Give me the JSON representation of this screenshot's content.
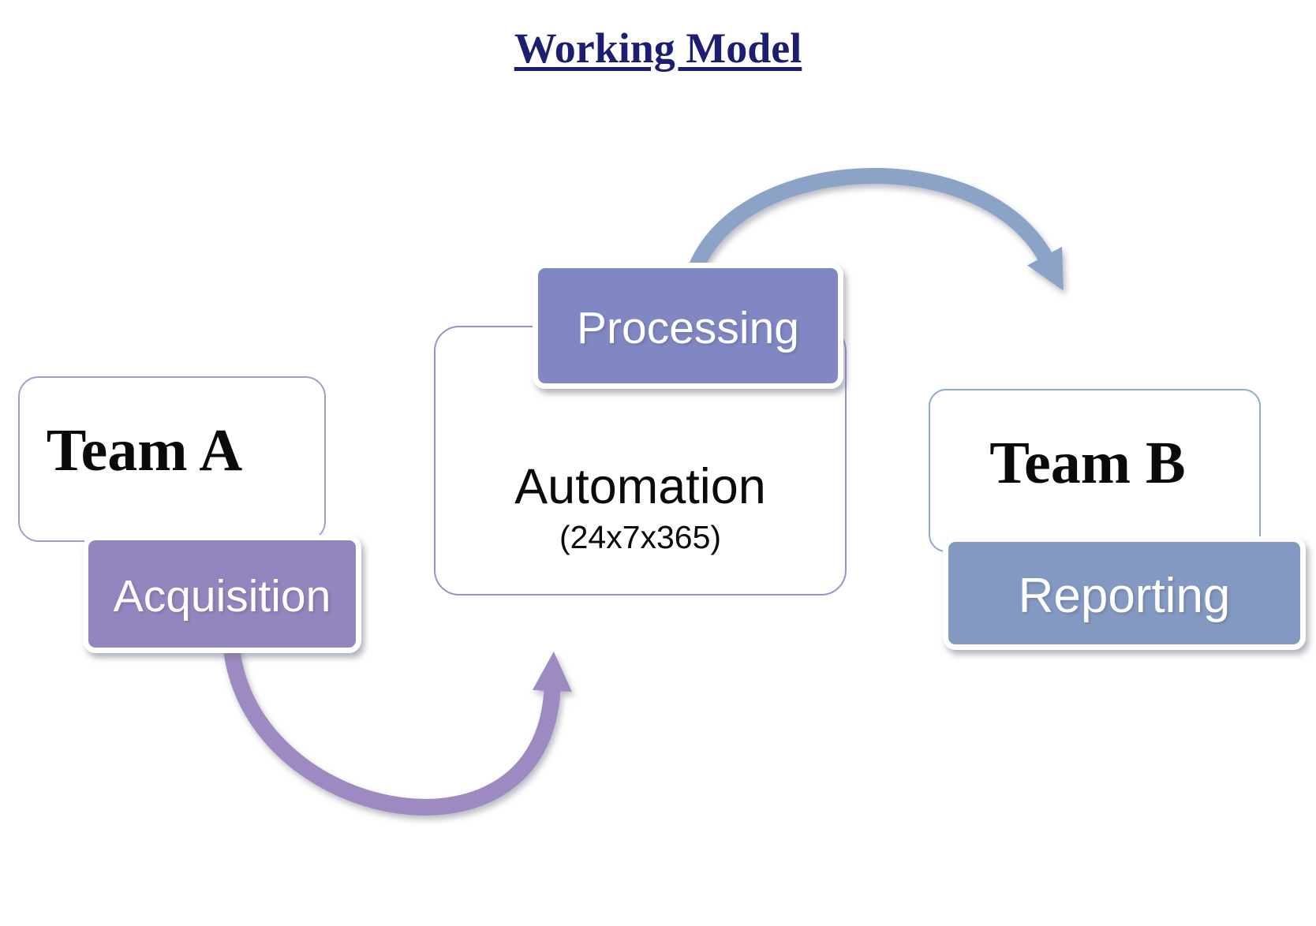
{
  "title": "Working Model",
  "diagram": {
    "team_a": {
      "label": "Team A"
    },
    "acquisition": {
      "label": "Acquisition"
    },
    "automation": {
      "label": "Automation",
      "schedule": "(24x7x365)"
    },
    "processing": {
      "label": "Processing"
    },
    "team_b": {
      "label": "Team B"
    },
    "reporting": {
      "label": "Reporting"
    },
    "arrows": [
      {
        "name": "acquisition-to-automation",
        "color": "#9c8ac0"
      },
      {
        "name": "processing-to-team-b",
        "color": "#8ca3c8"
      }
    ]
  },
  "colors": {
    "title_text": "#1e1e70",
    "acquisition_fill": "#9585be",
    "processing_fill": "#8187c3",
    "reporting_fill": "#8499c2",
    "team_a_border": "#a79ad1",
    "automation_border": "#9094d2",
    "team_b_border": "#8fa9ce",
    "badge_text": "#ffffff",
    "body_text": "#0a0a0a",
    "background": "#ffffff"
  }
}
